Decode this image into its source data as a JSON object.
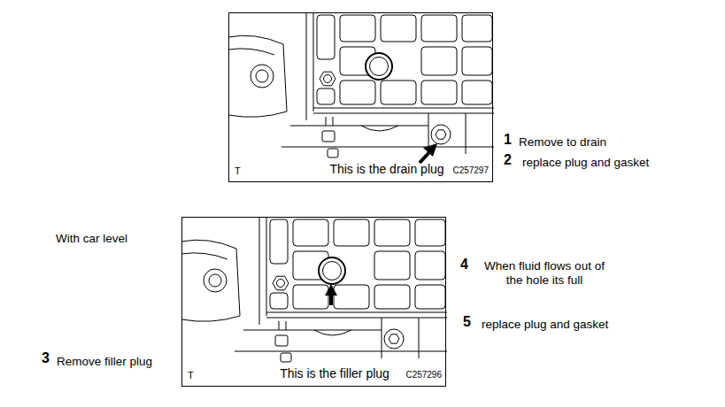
{
  "diagram": {
    "nodes": [
      {
        "text": [
          "T",
          "This is the drain plug",
          "C257297"
        ]
      },
      {
        "text": [
          "T",
          "This is the filler plug",
          "C257296"
        ]
      }
    ],
    "labels": [
      "1",
      "Remove to drain",
      "2",
      "replace plug and gasket",
      "With car level",
      "4",
      "When fluid flows out of the hole its full",
      "5",
      "replace plug and gasket",
      "3",
      "Remove filler plug"
    ]
  }
}
